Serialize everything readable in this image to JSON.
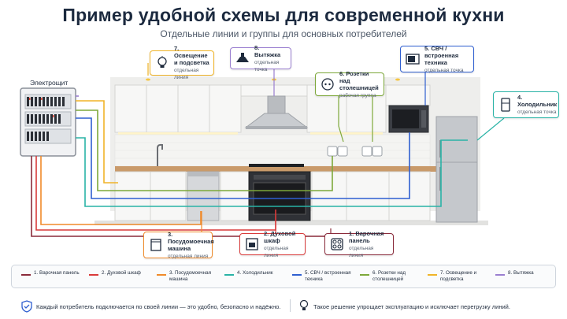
{
  "header": {
    "title": "Пример удобной схемы для современной кухни",
    "subtitle": "Отдельные линии и группы для основных потребителей"
  },
  "panel": {
    "label": "Электрощит"
  },
  "callouts": {
    "lighting": {
      "title": "7. Освещение и подсветка",
      "sub": "отдельная линия",
      "icon": "bulb-icon"
    },
    "hood": {
      "title": "8. Вытяжка",
      "sub": "отдельная точка",
      "icon": "hood-icon"
    },
    "sockets": {
      "title": "6. Розетки над столешницей",
      "sub": "рабочая группа",
      "icon": "socket-icon"
    },
    "microwave": {
      "title": "5. СВЧ / встроенная техника",
      "sub": "отдельная точка",
      "icon": "microwave-icon"
    },
    "fridge": {
      "title": "4. Холодильник",
      "sub": "отдельная точка",
      "icon": "fridge-icon"
    },
    "dishwasher": {
      "title": "3. Посудомоечная машина",
      "sub": "отдельная линия",
      "icon": "dishwasher-icon"
    },
    "oven": {
      "title": "2. Духовой шкаф",
      "sub": "отдельная линия",
      "icon": "oven-icon"
    },
    "hob": {
      "title": "1. Варочная панель",
      "sub": "отдельная линия",
      "icon": "hob-icon"
    }
  },
  "legend": [
    {
      "label": "1. Варочная панель",
      "color": "#8a2a3a"
    },
    {
      "label": "2. Духовой шкаф",
      "color": "#d93a3a"
    },
    {
      "label": "3. Посудомоечная машина",
      "color": "#f08a2a"
    },
    {
      "label": "4. Холодильник",
      "color": "#29b3a6"
    },
    {
      "label": "5. СВЧ / встроенная техника",
      "color": "#2f5fd0"
    },
    {
      "label": "6. Розетки над столешницей",
      "color": "#7da83a"
    },
    {
      "label": "7. Освещение и подсветка",
      "color": "#f0b429"
    },
    {
      "label": "8. Вытяжка",
      "color": "#9a7fd0"
    }
  ],
  "footer": {
    "note1": "Каждый потребитель подключается по своей линии — это удобно, безопасно и надёжно.",
    "note2": "Такое решение упрощает эксплуатацию и исключает перегрузку линий.",
    "icon1": "shield-check-icon",
    "icon2": "lightbulb-icon"
  }
}
